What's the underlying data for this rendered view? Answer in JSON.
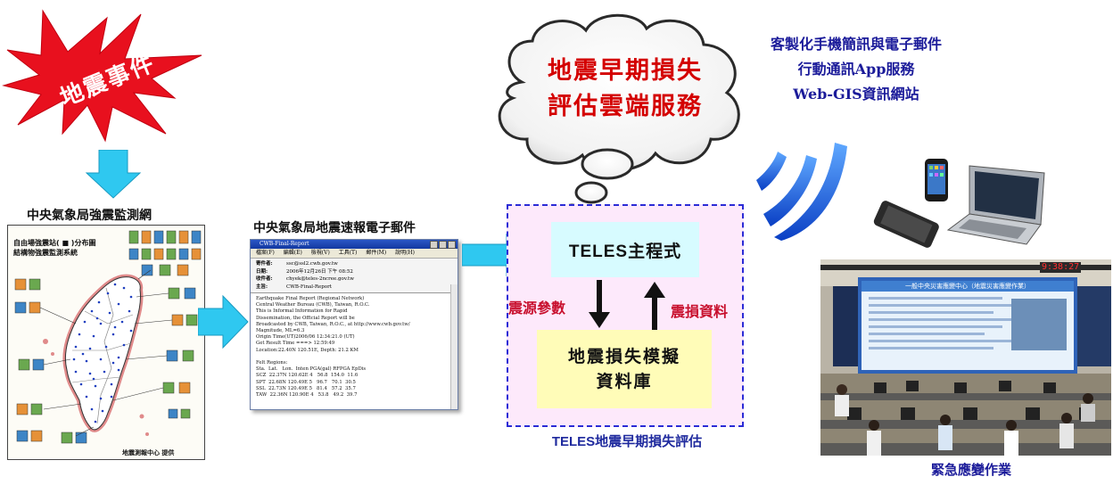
{
  "event": {
    "label": "地震事件"
  },
  "network": {
    "caption": "中央氣象局強震監測網",
    "map_title_1": "自由場強震站( ■ )分布圖",
    "map_title_2": "結構物強震監測系統",
    "map_footer": "地震測報中心 提供"
  },
  "email": {
    "caption": "中央氣象局地震速報電子郵件",
    "window_title": "CWB-Final-Report",
    "menu": [
      "檔案(F)",
      "編輯(E)",
      "檢視(V)",
      "工具(T)",
      "郵件(M)",
      "說明(H)"
    ],
    "headers": [
      {
        "key": "寄件者:",
        "value": "ssc@ssl2.cwb.gov.tw"
      },
      {
        "key": "日期:",
        "value": "2006年12月26日 下午 08:52"
      },
      {
        "key": "收件者:",
        "value": "chyek@teles-2ncree.gov.tw"
      },
      {
        "key": "主旨:",
        "value": "CWB-Final-Report"
      }
    ],
    "body": "Earthquake Final Report (Regional Network)\nCentral Weather Bureau (CWB), Taiwan, R.O.C.\nThis is Informal Information for Rapid\nDissemination, the Official Report will be\nBroadcasted by CWB, Taiwan, R.O.C., at http://www.cwb.gov.tw/\nMagnitude, ML=6.3\nOrigin Time(UT)2006/06 12:34:21.0 (UT)\nGet Result Time ===> 12:59:49\nLocation:22.40N 120.51E, Depth: 21.2 KM\n\nFelt Regions:\nSta.  Lat.   Lon.  Inten PGA(gal) RFPGA EpDis\nSCZ  22.37N 120.62E 4   56.8  154.0  11.6\nSPT  22.68N 120.49E 5   96.7   70.1  30.5\nSSL  22.73N 120.49E 5   81.4   57.2  35.7\nTAW  22.36N 120.90E 4   53.8   49.2  39.7"
  },
  "teles": {
    "main_program": "TELES主程式",
    "database_line1": "地震損失模擬",
    "database_line2": "資料庫",
    "source_params": "震源參數",
    "damage_data": "震損資料",
    "caption": "TELES地震早期損失評估"
  },
  "cloud": {
    "line1": "地震早期損失",
    "line2": "評估雲端服務"
  },
  "services": {
    "line1": "客製化手機簡訊與電子郵件",
    "line2": "行動通訊App服務",
    "line3": "Web-GIS資訊網站"
  },
  "emergency": {
    "caption": "緊急應變作業",
    "screen_title": "一般中央災害應變中心（地震災害應變作業）",
    "clock": "9:38:27"
  },
  "colors": {
    "arrow_blue": "#2fc8f0",
    "frame_pink": "#fde9fb",
    "frame_border": "#2b2bd6",
    "cloud_text": "#d40000",
    "service_text": "#1b1b9a",
    "star_red": "#e8101e"
  }
}
